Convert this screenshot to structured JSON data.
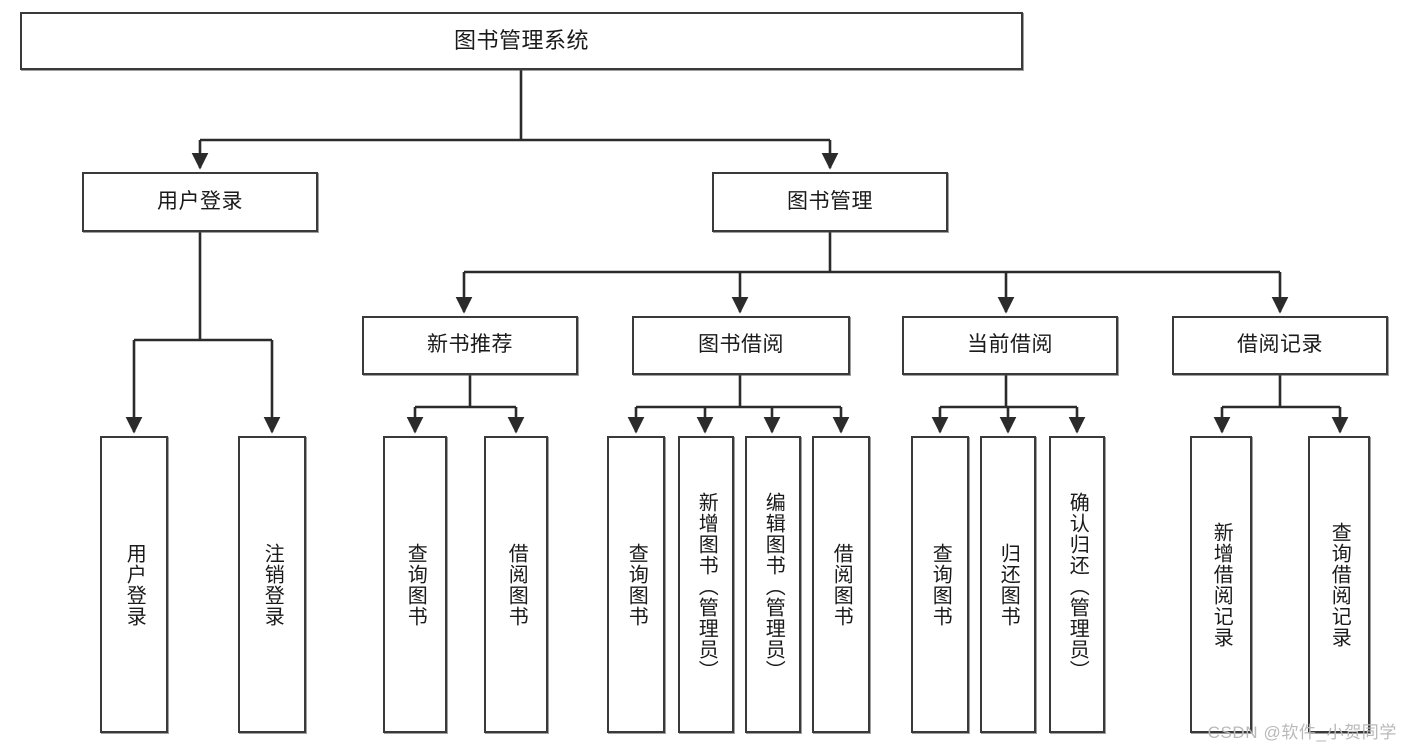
{
  "diagram": {
    "type": "tree-hierarchy-chart",
    "title": "图书管理系统",
    "colors": {
      "box_border": "#3a3a3a",
      "box_fill": "#ffffff",
      "edge": "#2b2b2b",
      "text": "#1a1a1a",
      "watermark": "#b9b9b9"
    },
    "watermark": "CSDN @软件_小贺同学",
    "nodes": {
      "root": {
        "label": "图书管理系统"
      },
      "level2": [
        {
          "id": "user-login",
          "label": "用户登录"
        },
        {
          "id": "book-manage",
          "label": "图书管理"
        }
      ],
      "level3": [
        {
          "id": "new-book-recommend",
          "label": "新书推荐"
        },
        {
          "id": "book-borrow",
          "label": "图书借阅"
        },
        {
          "id": "current-borrow",
          "label": "当前借阅"
        },
        {
          "id": "borrow-record",
          "label": "借阅记录"
        }
      ],
      "leaves": [
        {
          "id": "leaf-user-login",
          "label": "用户登录",
          "parent": "user-login"
        },
        {
          "id": "leaf-logout-login",
          "label": "注销登录",
          "parent": "user-login"
        },
        {
          "id": "leaf-query-book-1",
          "label": "查询图书",
          "parent": "new-book-recommend"
        },
        {
          "id": "leaf-borrow-book-1",
          "label": "借阅图书",
          "parent": "new-book-recommend"
        },
        {
          "id": "leaf-query-book-2",
          "label": "查询图书",
          "parent": "book-borrow"
        },
        {
          "id": "leaf-add-book",
          "label": "新增图书（管理员）",
          "parent": "book-borrow"
        },
        {
          "id": "leaf-edit-book",
          "label": "编辑图书（管理员）",
          "parent": "book-borrow"
        },
        {
          "id": "leaf-borrow-book-2",
          "label": "借阅图书",
          "parent": "book-borrow"
        },
        {
          "id": "leaf-query-book-3",
          "label": "查询图书",
          "parent": "current-borrow"
        },
        {
          "id": "leaf-return-book",
          "label": "归还图书",
          "parent": "current-borrow"
        },
        {
          "id": "leaf-confirm-return",
          "label": "确认归还（管理员）",
          "parent": "current-borrow"
        },
        {
          "id": "leaf-add-record",
          "label": "新增借阅记录",
          "parent": "borrow-record"
        },
        {
          "id": "leaf-query-record",
          "label": "查询借阅记录",
          "parent": "borrow-record"
        }
      ]
    }
  }
}
